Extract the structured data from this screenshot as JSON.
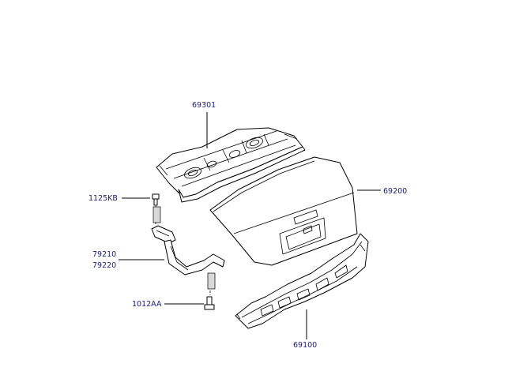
{
  "parts": [
    {
      "id": "p69301",
      "label": "69301",
      "part": "rear package tray panel"
    },
    {
      "id": "p1125KB",
      "label": "1125KB",
      "part": "bolt"
    },
    {
      "id": "p79210",
      "label": "79210",
      "part": "trunk lid hinge LH"
    },
    {
      "id": "p79220",
      "label": "79220",
      "part": "trunk lid hinge RH"
    },
    {
      "id": "p1012AA",
      "label": "1012AA",
      "part": "bolt"
    },
    {
      "id": "p69200",
      "label": "69200",
      "part": "trunk lid panel"
    },
    {
      "id": "p69100",
      "label": "69100",
      "part": "trunk lid inner panel"
    }
  ]
}
